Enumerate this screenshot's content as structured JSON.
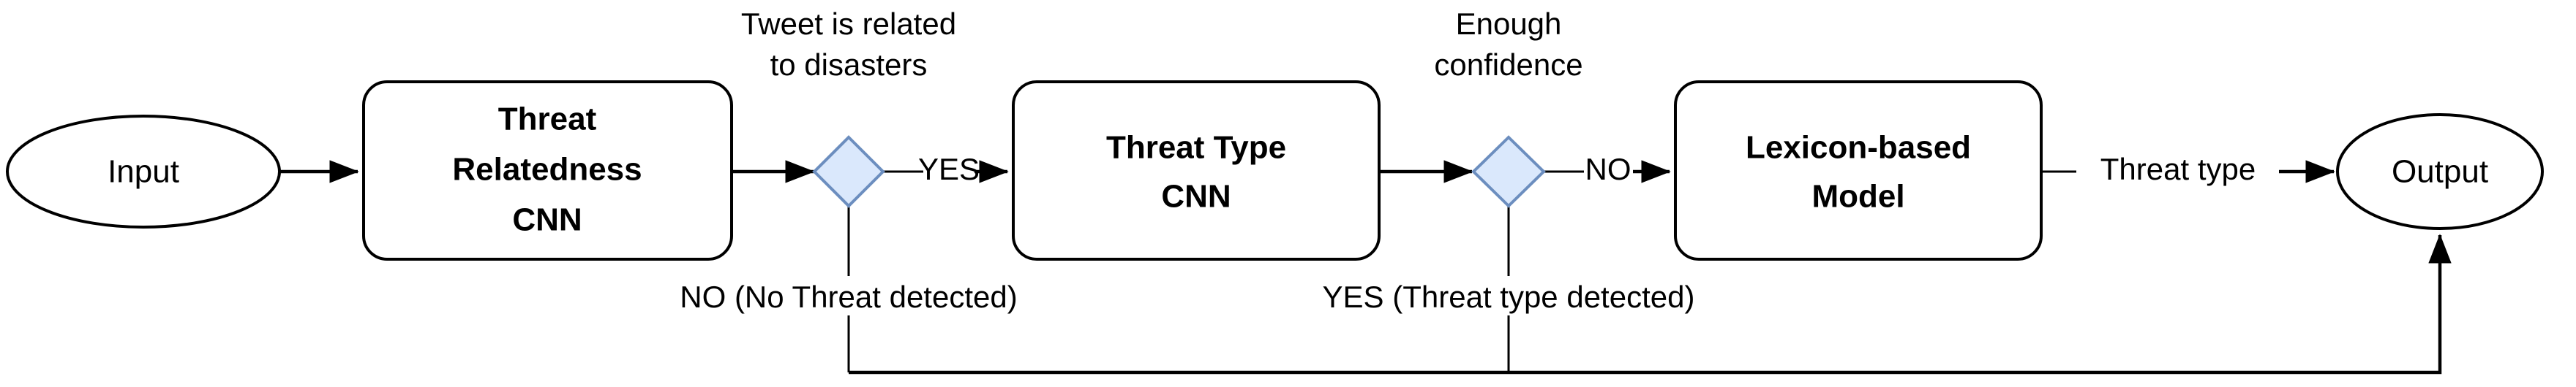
{
  "diagram": {
    "title": "Threat detection pipeline flowchart",
    "colors": {
      "background": "#ffffff",
      "node_fill": "#ffffff",
      "node_stroke": "#000000",
      "decision_fill": "#dae8fc",
      "decision_stroke": "#6c8ebf",
      "edge_stroke": "#000000",
      "text": "#000000"
    },
    "nodes": {
      "input": {
        "label": "Input",
        "shape": "ellipse"
      },
      "threat_relatedness_cnn": {
        "shape": "rounded-rect",
        "lines": [
          "Threat",
          "Relatedness",
          "CNN"
        ]
      },
      "decision_relatedness": {
        "shape": "diamond",
        "label": ""
      },
      "threat_type_cnn": {
        "shape": "rounded-rect",
        "lines": [
          "Threat Type",
          "CNN"
        ]
      },
      "decision_confidence": {
        "shape": "diamond",
        "label": ""
      },
      "lexicon_model": {
        "shape": "rounded-rect",
        "lines": [
          "Lexicon-based",
          "Model"
        ]
      },
      "output": {
        "label": "Output",
        "shape": "ellipse"
      }
    },
    "edge_labels": {
      "tweet_related_line1": "Tweet is related",
      "tweet_related_line2": "to disasters",
      "yes_related": "YES",
      "enough_confidence_line1": "Enough",
      "enough_confidence_line2": "confidence",
      "no_confidence": "NO",
      "threat_type": "Threat type",
      "no_threat_detected": "NO (No Threat detected)",
      "yes_threat_detected": "YES (Threat type detected)"
    }
  },
  "chart_data": {
    "type": "diagram",
    "flow": [
      {
        "from": "input",
        "to": "threat_relatedness_cnn",
        "label": ""
      },
      {
        "from": "threat_relatedness_cnn",
        "to": "decision_relatedness",
        "label": "Tweet is related to disasters"
      },
      {
        "from": "decision_relatedness",
        "to": "threat_type_cnn",
        "label": "YES"
      },
      {
        "from": "decision_relatedness",
        "to": "output",
        "label": "NO (No Threat detected)"
      },
      {
        "from": "threat_type_cnn",
        "to": "decision_confidence",
        "label": "Enough confidence"
      },
      {
        "from": "decision_confidence",
        "to": "lexicon_model",
        "label": "NO"
      },
      {
        "from": "decision_confidence",
        "to": "output",
        "label": "YES (Threat type detected)"
      },
      {
        "from": "lexicon_model",
        "to": "output",
        "label": "Threat type"
      }
    ]
  }
}
